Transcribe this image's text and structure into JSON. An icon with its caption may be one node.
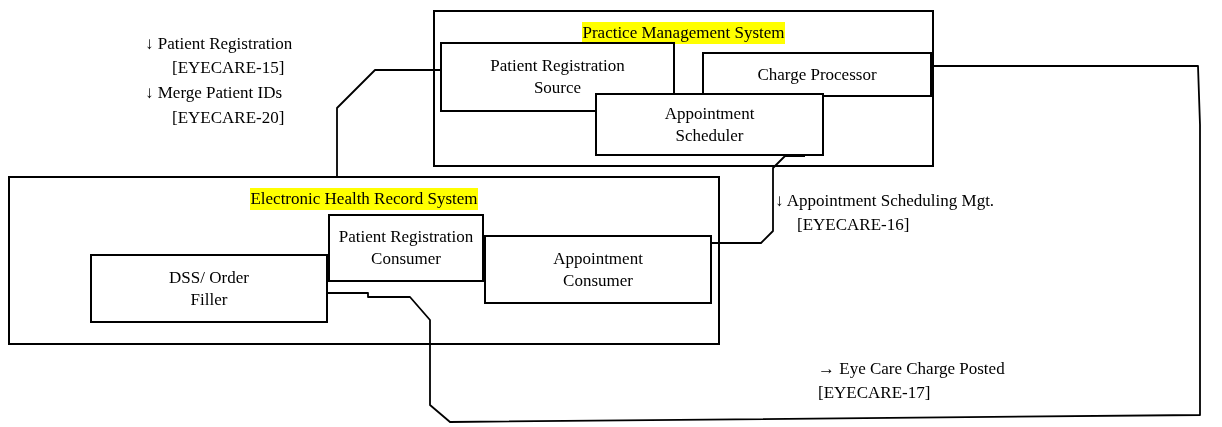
{
  "diagram": {
    "nodes": [
      {
        "text": [
          "Practice Management System"
        ]
      },
      {
        "text": [
          "Patient Registration Source"
        ],
        "in": 0
      },
      {
        "text": [
          "Charge Processor"
        ],
        "in": 0
      },
      {
        "text": [
          "Appointment Scheduler"
        ],
        "in": 0
      },
      {
        "text": [
          "Electronic Health Record System"
        ]
      },
      {
        "text": [
          "Patient Registration Consumer"
        ],
        "in": 4
      },
      {
        "text": [
          "Appointment Consumer"
        ],
        "in": 4
      },
      {
        "text": [
          "DSS/ Order Filler"
        ],
        "in": 4
      }
    ],
    "edges": [
      {
        "from": 1,
        "to": 4,
        "arrow": "none"
      },
      {
        "from": 3,
        "to": 6,
        "arrow": "none"
      },
      {
        "from": 7,
        "to": 2,
        "arrow": "none"
      }
    ],
    "labels": [
      "↓ Patient Registration",
      "[EYECARE-15]",
      "↓ Merge Patient IDs",
      "[EYECARE-20]",
      "↓ Appointment Scheduling Mgt.",
      "[EYECARE-16]",
      "→ Eye Care Charge Posted",
      "[EYECARE-17]"
    ]
  }
}
